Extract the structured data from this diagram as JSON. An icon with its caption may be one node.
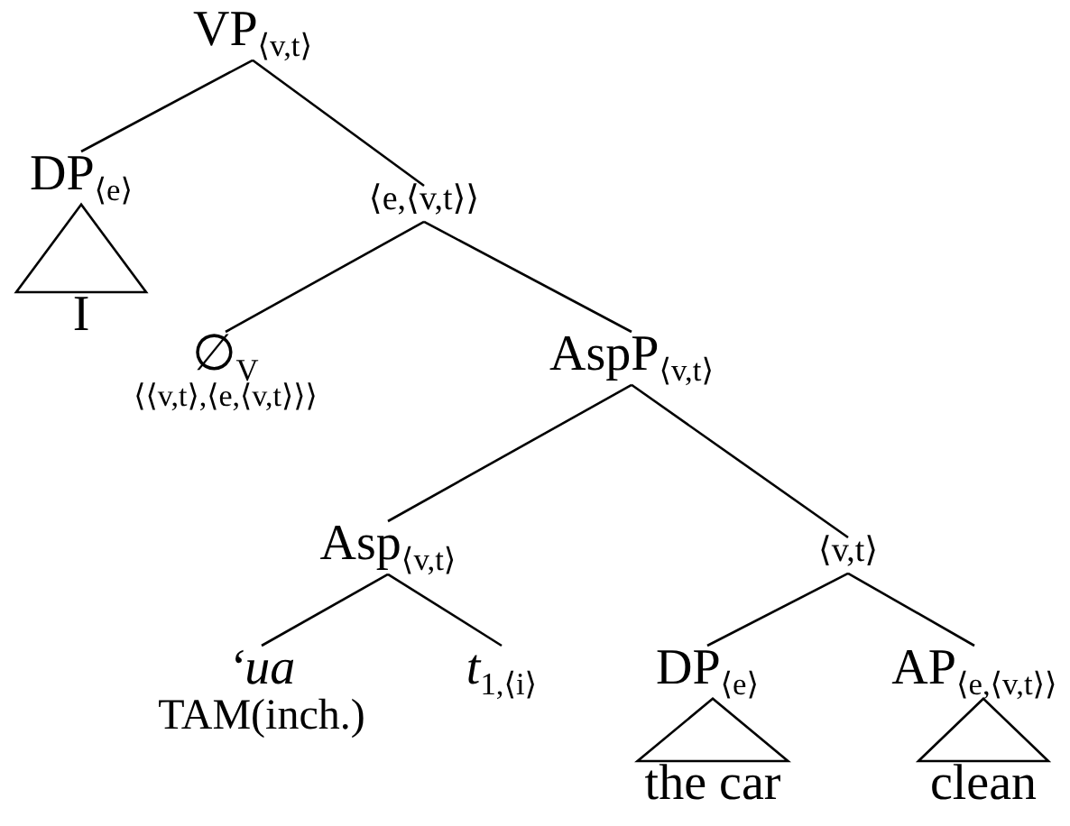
{
  "diagram": {
    "nodes": [
      {
        "text": [
          "VP$_{⟨v,t⟩}$"
        ]
      },
      {
        "text": [
          "DP$_{⟨e⟩}$"
        ]
      },
      {
        "text": [
          "I"
        ]
      },
      {
        "text": [
          "⟨e,⟨v,t⟩⟩"
        ]
      },
      {
        "text": [
          "∅$_{V}$",
          "⟨⟨v,t⟩,⟨e,⟨v,t⟩⟩⟩"
        ]
      },
      {
        "text": [
          "AspP$_{⟨v,t⟩}$"
        ]
      },
      {
        "text": [
          "Asp$_{⟨v,t⟩}$"
        ]
      },
      {
        "text": [
          "⟨v,t⟩"
        ]
      },
      {
        "text": [
          "‘ua",
          "TAM(inch.)"
        ]
      },
      {
        "text": [
          "*t*$_{1,⟨i⟩}$"
        ]
      },
      {
        "text": [
          "DP$_{⟨e⟩}$"
        ]
      },
      {
        "text": [
          "AP$_{⟨e,⟨v,t⟩⟩}$"
        ]
      },
      {
        "text": [
          "the car"
        ]
      },
      {
        "text": [
          "clean"
        ]
      }
    ],
    "edges": [
      {
        "from": 0,
        "to": 1,
        "arrow": "none"
      },
      {
        "from": 0,
        "to": 3,
        "arrow": "none"
      },
      {
        "from": 1,
        "to": 2,
        "arrow": "none"
      },
      {
        "from": 3,
        "to": 4,
        "arrow": "none"
      },
      {
        "from": 3,
        "to": 5,
        "arrow": "none"
      },
      {
        "from": 5,
        "to": 6,
        "arrow": "none"
      },
      {
        "from": 5,
        "to": 7,
        "arrow": "none"
      },
      {
        "from": 6,
        "to": 8,
        "arrow": "none"
      },
      {
        "from": 6,
        "to": 9,
        "arrow": "none"
      },
      {
        "from": 7,
        "to": 10,
        "arrow": "none"
      },
      {
        "from": 7,
        "to": 11,
        "arrow": "none"
      },
      {
        "from": 10,
        "to": 12,
        "arrow": "none"
      },
      {
        "from": 11,
        "to": 13,
        "arrow": "none"
      }
    ]
  }
}
